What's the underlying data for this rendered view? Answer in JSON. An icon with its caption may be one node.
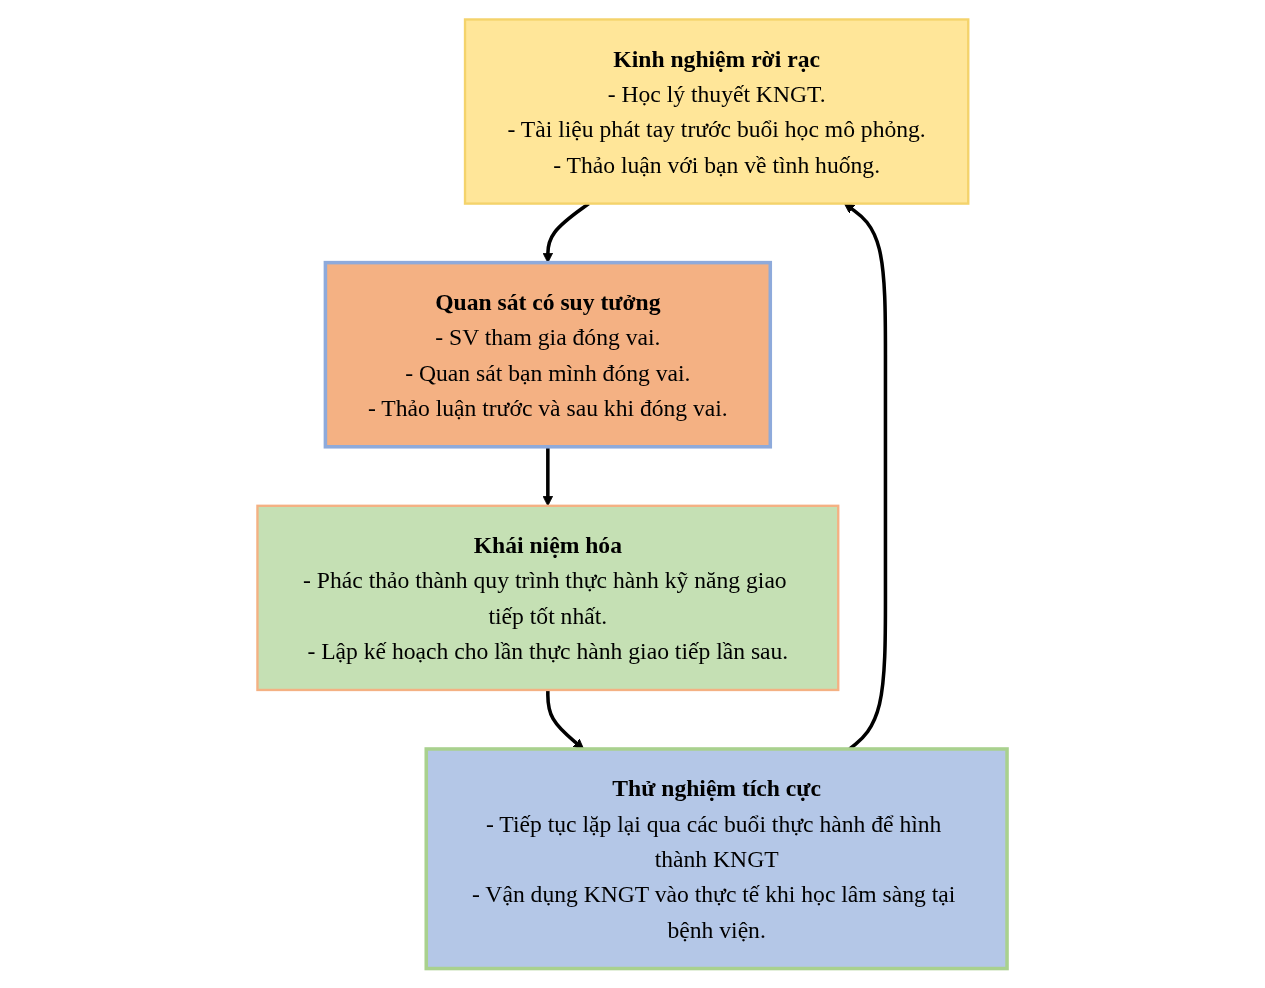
{
  "diagram": {
    "nodes": [
      {
        "text": [
          "Kinh nghiệm rời rạc",
          "- Học lý thuyết KNGT.",
          "- Tài liệu phát tay trước buổi học mô phỏng.",
          "- Thảo luận với bạn về tình huống."
        ]
      },
      {
        "text": [
          "Quan sát có suy tưởng",
          "-   SV tham gia đóng vai.",
          "- Quan sát bạn mình đóng vai.",
          "- Thảo luận trước và sau khi đóng vai."
        ]
      },
      {
        "text": [
          "Khái niệm hóa",
          "- Phác thảo thành quy trình thực hành kỹ năng giao tiếp tốt nhất.",
          "- Lập kế hoạch cho lần thực hành giao tiếp lần sau."
        ]
      },
      {
        "text": [
          "Thử nghiệm tích cực",
          "- Tiếp tục lặp lại qua các buổi thực hành để hình thành KNGT",
          "- Vận dụng KNGT vào thực tế khi học lâm sàng tại bệnh viện."
        ]
      }
    ],
    "edges": [
      {
        "from": 0,
        "to": 1,
        "arrow": "to"
      },
      {
        "from": 1,
        "to": 2,
        "arrow": "to"
      },
      {
        "from": 2,
        "to": 3,
        "arrow": "to"
      },
      {
        "from": 3,
        "to": 0,
        "arrow": "to"
      }
    ]
  }
}
